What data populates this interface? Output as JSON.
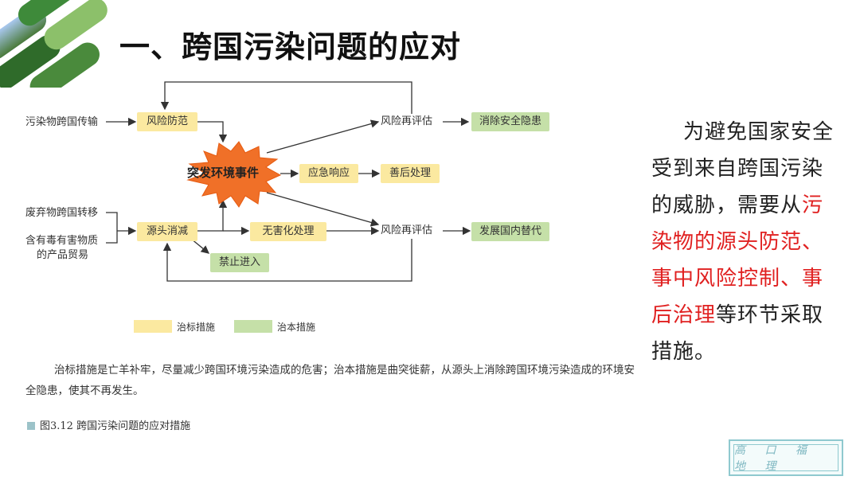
{
  "title": "一、跨国污染问题的应对",
  "diagram": {
    "input_transport": "污染物跨国传输",
    "input_waste": "废弃物跨国转移",
    "input_trade_line1": "含有毒有害物质",
    "input_trade_line2": "的产品贸易",
    "risk_prevention": "风险防范",
    "source_reduction": "源头消减",
    "event": "突发环境事件",
    "emergency": "应急响应",
    "aftermath": "善后处理",
    "harmless": "无害化处理",
    "ban": "禁止进入",
    "reassess_top": "风险再评估",
    "reassess_bottom": "风险再评估",
    "eliminate": "消除安全隐患",
    "substitute": "发展国内替代"
  },
  "legend": {
    "yellow_label": "治标措施",
    "green_label": "治本措施",
    "yellow_color": "#fbe9a0",
    "green_color": "#c5e0a8"
  },
  "caption_paragraph": "治标措施是亡羊补牢，尽量减少跨国环境污染造成的危害；治本措施是曲突徙薪，从源头上消除跨国环境污染造成的环境安全隐患，使其不再发生。",
  "figure_caption": "图3.12   跨国污染问题的应对措施",
  "side_text": {
    "part1": "为避免国家安全受到来自跨国污染的威胁，需要从",
    "red": "污染物的源头防范、事中风险控制、事后治理",
    "part2": "等环节采取措施。"
  },
  "stamp_text": "高 口 福 地 理",
  "accent_red": "#e02020"
}
